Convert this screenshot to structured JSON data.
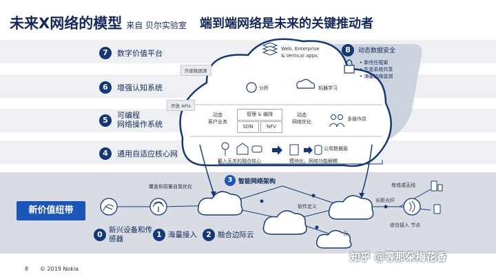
{
  "header": {
    "title": "未来X网络的模型",
    "title_source": "来自 贝尔实验室",
    "title_right": "端到端网络是未来的关键推动者"
  },
  "layers": [
    {
      "num": "7",
      "label": "数字价值平台"
    },
    {
      "num": "6",
      "label": "增强认知系统"
    },
    {
      "num": "5",
      "label": "可编程\n网络操作系统"
    },
    {
      "num": "4",
      "label": "通用自适应核心网"
    }
  ],
  "tags": {
    "external_data": "外部数据源",
    "open_apis": "开放 APIs"
  },
  "cloud": {
    "web_apps": "Web, Enterprise\n& Vertical apps",
    "analytics": "分析",
    "ml": "机器学习",
    "dynamic_customer": "动态\n客户业务",
    "mgmt_orch": "管理 & 编排",
    "sdn": "SDN",
    "nfv": "NFV",
    "dynamic_net_opt": "动态\n网络优化",
    "multi_operator": "多操作员",
    "access_agnostic": "接入无关的融合核心",
    "modular": "模块化，网络功能解耦",
    "public_data": "公用数据层"
  },
  "security": {
    "num": "8",
    "title": "动态数据安全",
    "items": [
      "新信任框架",
      "生态系统共享",
      "海量边缘监测"
    ]
  },
  "smart_arch": {
    "num": "3",
    "label": "智能网络架构"
  },
  "bottom": {
    "band_label": "新价值纽带",
    "coverage": "覆盖和容量自我优化",
    "software_defined": "软件定义",
    "wired_wireless": "有线或无线",
    "long_fiber": "长距光纤",
    "integrated_access": "综合接入 节点",
    "cloud": "云",
    "items": [
      {
        "num": "0",
        "label": "新兴设备和传\n感器"
      },
      {
        "num": "1",
        "label": "海量接入"
      },
      {
        "num": "2",
        "label": "融合边际云"
      }
    ]
  },
  "footer": {
    "page": "8",
    "copyright": "© 2019 Nokia"
  },
  "watermark": "知乎 @等那朵梅花香",
  "colors": {
    "navy": "#13387a",
    "band_gray": "#d9dce3",
    "bg_stripe": "#eef0f4",
    "accent_blue": "#1b56b8"
  }
}
